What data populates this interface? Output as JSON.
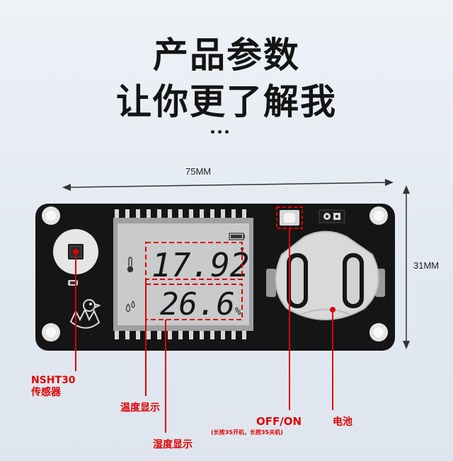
{
  "heading": {
    "line1": "产品参数",
    "line2": "让你更了解我"
  },
  "dimensions": {
    "width": "75MM",
    "height": "31MM"
  },
  "lcd": {
    "temperature": "17.92",
    "temperature_unit": "°",
    "humidity": "26.6",
    "humidity_unit": "%"
  },
  "labels": {
    "sensor": [
      "NSHT30",
      "传感器"
    ],
    "temperature_display": "温度显示",
    "humidity_display": "湿度显示",
    "power_button": "OFF/ON",
    "power_note": "(长按3S开机，长按3S关机)",
    "battery": "电池"
  },
  "colors": {
    "pcb": "#151515",
    "annotation": "#e00000",
    "lcd_background": "#c9cacb"
  }
}
